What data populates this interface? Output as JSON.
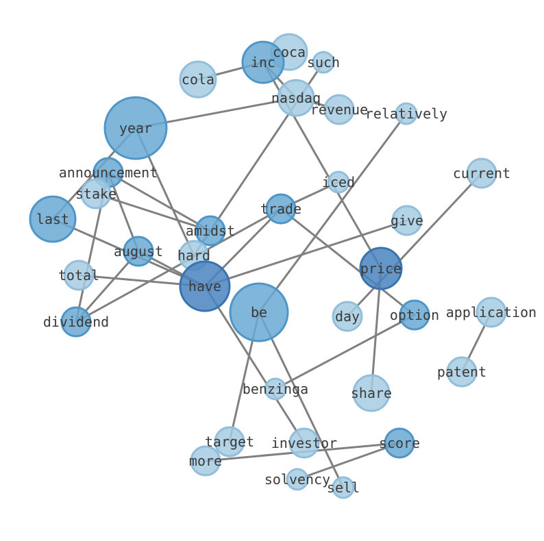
{
  "colors": {
    "light": "#a6cbe3",
    "light_stroke": "#92bedb",
    "mid": "#6aa9d4",
    "mid_stroke": "#4f95c8",
    "dark": "#4a84bf",
    "dark_stroke": "#3a72ad",
    "edge": "#808080",
    "label": "#3a3a3a"
  },
  "nodes": [
    {
      "id": "coca",
      "label": "coca",
      "shade": "light"
    },
    {
      "id": "inc",
      "label": "inc",
      "shade": "mid"
    },
    {
      "id": "such",
      "label": "such",
      "shade": "light"
    },
    {
      "id": "cola",
      "label": "cola",
      "shade": "light"
    },
    {
      "id": "nasdaq",
      "label": "nasdaq",
      "shade": "light"
    },
    {
      "id": "revenue",
      "label": "revenue",
      "shade": "light"
    },
    {
      "id": "relatively",
      "label": "relatively",
      "shade": "light"
    },
    {
      "id": "year",
      "label": "year",
      "shade": "mid"
    },
    {
      "id": "announcement",
      "label": "announcement",
      "shade": "mid"
    },
    {
      "id": "stake",
      "label": "stake",
      "shade": "light"
    },
    {
      "id": "current",
      "label": "current",
      "shade": "light"
    },
    {
      "id": "iced",
      "label": "iced",
      "shade": "light"
    },
    {
      "id": "last",
      "label": "last",
      "shade": "mid"
    },
    {
      "id": "trade",
      "label": "trade",
      "shade": "mid"
    },
    {
      "id": "give",
      "label": "give",
      "shade": "light"
    },
    {
      "id": "amidst",
      "label": "amidst",
      "shade": "mid"
    },
    {
      "id": "hard",
      "label": "hard",
      "shade": "light"
    },
    {
      "id": "august",
      "label": "august",
      "shade": "mid"
    },
    {
      "id": "price",
      "label": "price",
      "shade": "dark"
    },
    {
      "id": "total",
      "label": "total",
      "shade": "light"
    },
    {
      "id": "have",
      "label": "have",
      "shade": "dark"
    },
    {
      "id": "be",
      "label": "be",
      "shade": "mid"
    },
    {
      "id": "day",
      "label": "day",
      "shade": "light"
    },
    {
      "id": "option",
      "label": "option",
      "shade": "mid"
    },
    {
      "id": "application",
      "label": "application",
      "shade": "light"
    },
    {
      "id": "dividend",
      "label": "dividend",
      "shade": "mid"
    },
    {
      "id": "patent",
      "label": "patent",
      "shade": "light"
    },
    {
      "id": "benzinga",
      "label": "benzinga",
      "shade": "light"
    },
    {
      "id": "share",
      "label": "share",
      "shade": "light"
    },
    {
      "id": "target",
      "label": "target",
      "shade": "light"
    },
    {
      "id": "investor",
      "label": "investor",
      "shade": "light"
    },
    {
      "id": "score",
      "label": "score",
      "shade": "mid"
    },
    {
      "id": "more",
      "label": "more",
      "shade": "light"
    },
    {
      "id": "solvency",
      "label": "solvency",
      "shade": "light"
    },
    {
      "id": "sell",
      "label": "sell",
      "shade": "light"
    }
  ],
  "edges": [
    [
      "cola",
      "inc"
    ],
    [
      "inc",
      "coca"
    ],
    [
      "inc",
      "nasdaq"
    ],
    [
      "inc",
      "price"
    ],
    [
      "year",
      "nasdaq"
    ],
    [
      "nasdaq",
      "revenue"
    ],
    [
      "year",
      "last"
    ],
    [
      "year",
      "hard"
    ],
    [
      "announcement",
      "amidst"
    ],
    [
      "announcement",
      "august"
    ],
    [
      "announcement",
      "dividend"
    ],
    [
      "stake",
      "amidst"
    ],
    [
      "last",
      "have"
    ],
    [
      "such",
      "amidst"
    ],
    [
      "amidst",
      "hard"
    ],
    [
      "iced",
      "trade"
    ],
    [
      "trade",
      "have"
    ],
    [
      "trade",
      "dividend"
    ],
    [
      "trade",
      "option"
    ],
    [
      "august",
      "dividend"
    ],
    [
      "august",
      "have"
    ],
    [
      "total",
      "have"
    ],
    [
      "have",
      "give"
    ],
    [
      "have",
      "investor"
    ],
    [
      "relatively",
      "be"
    ],
    [
      "be",
      "target"
    ],
    [
      "be",
      "sell"
    ],
    [
      "current",
      "day"
    ],
    [
      "price",
      "share"
    ],
    [
      "option",
      "benzinga"
    ],
    [
      "application",
      "patent"
    ],
    [
      "more",
      "score"
    ],
    [
      "score",
      "solvency"
    ]
  ]
}
